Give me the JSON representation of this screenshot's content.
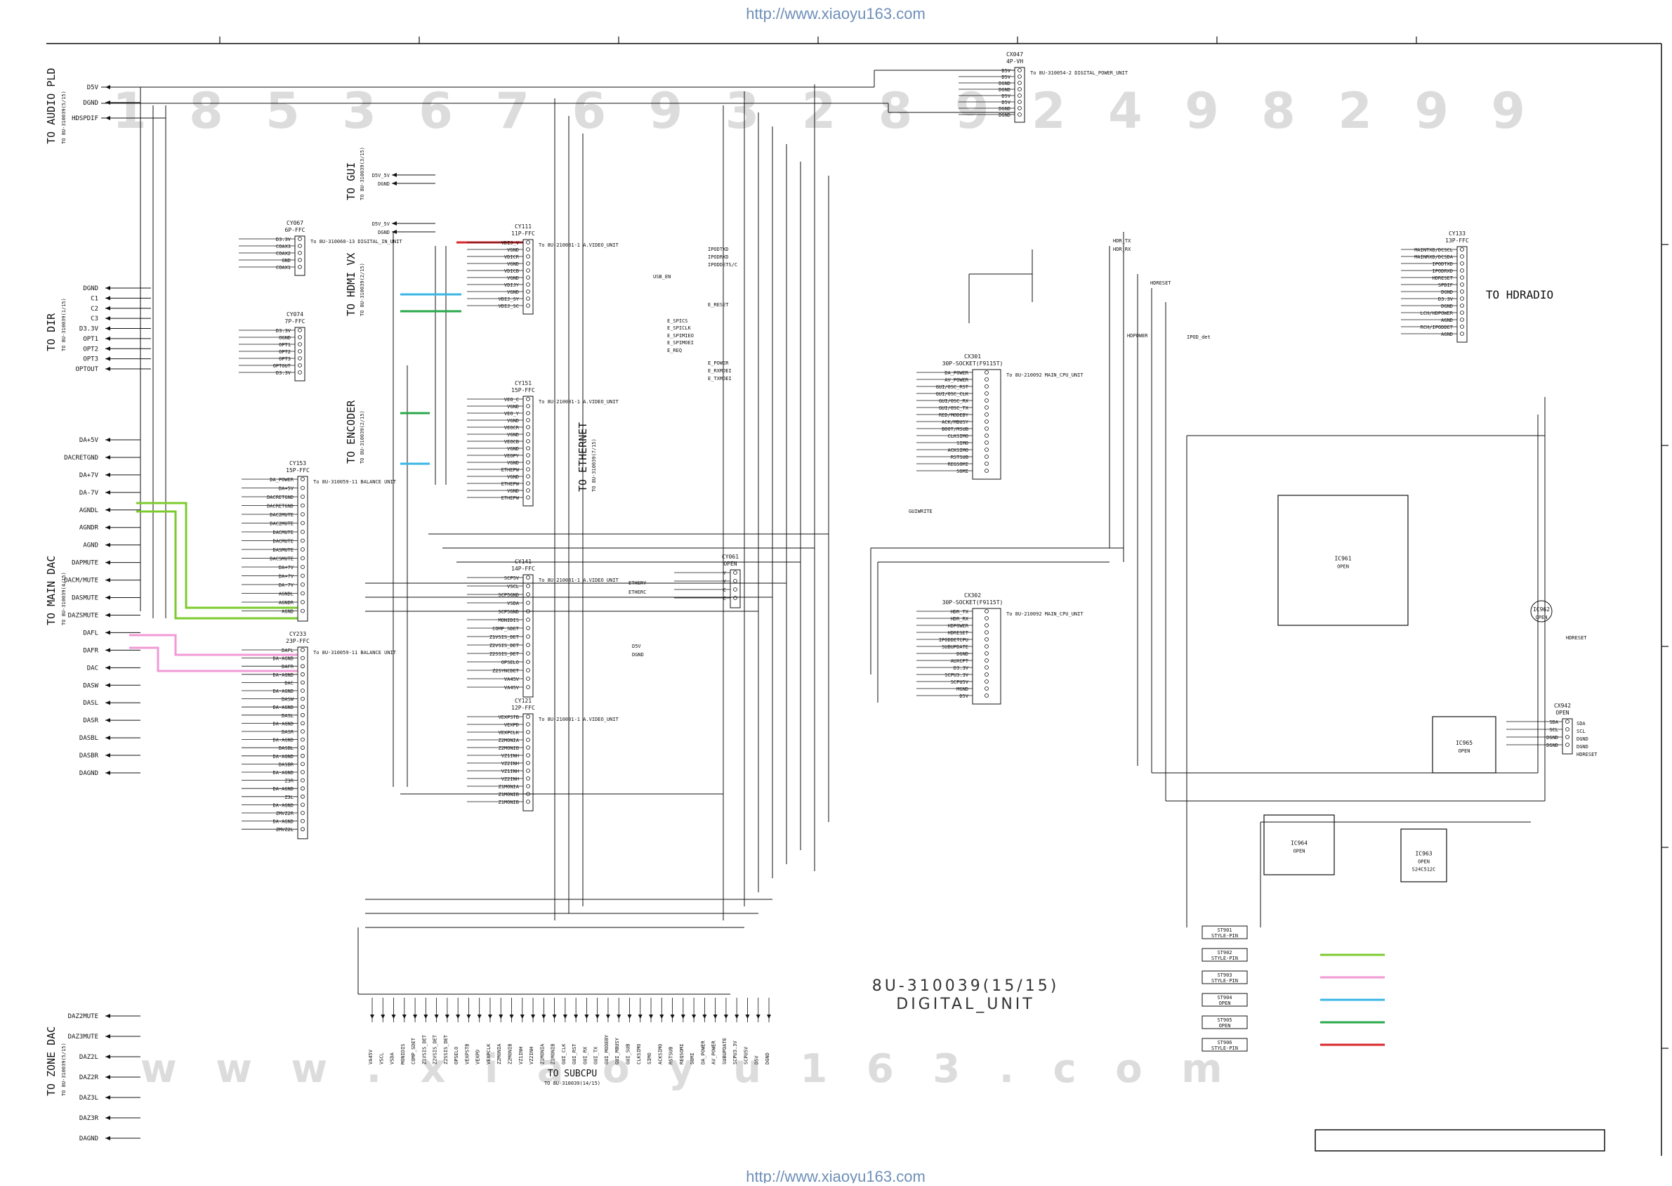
{
  "header": {
    "url_top": "http://www.xiaoyu163.com",
    "url_bottom": "http://www.xiaoyu163.com"
  },
  "watermark": {
    "digits": "1 8 5 3 6 7 6 9 3 2 8 9 2 4 9 8 2 9 9",
    "site": "w w w . x i a o y u 1 6 3 . c o m"
  },
  "title": {
    "board": "8U-310039(15/15)",
    "unit": "DIGITAL_UNIT"
  },
  "targets": {
    "audio_pld": "TO AUDIO PLD",
    "audio_pld_ref": "TO 8U-310039(5/15)",
    "dir": "TO DIR",
    "dir_ref": "TO 8U-310039(1/15)",
    "main_dac": "TO MAIN DAC",
    "main_dac_ref": "TO 8U-310039(4/15)",
    "zone_dac": "TO ZONE DAC",
    "zone_dac_ref": "TO 8U-310039(5/15)",
    "gui": "TO GUI",
    "gui_ref": "TO 8U-310039(3/15)",
    "hdmi_vx": "TO HDMI VX",
    "hdmi_vx_ref": "TO 8U-310039(2/15)",
    "encoder": "TO ENCODER",
    "encoder_ref": "TO 8U-310039(2/15)",
    "ethernet": "TO ETHERNET",
    "ethernet_ref": "TO 8U-310039(7/15)",
    "subcpu": "TO SUBCPU",
    "subcpu_ref": "TO 8U-310039(14/15)",
    "hdradio": "TO HDRADIO"
  },
  "left_signals": {
    "audio_pld": [
      "D5V",
      "DGND",
      "HDSPDIF"
    ],
    "dir": [
      "DGND",
      "C1",
      "C2",
      "C3",
      "D3.3V",
      "OPT1",
      "OPT2",
      "OPT3",
      "OPTOUT"
    ],
    "main_dac": [
      "DA+5V",
      "DACRETGND",
      "DA+7V",
      "DA-7V",
      "AGNDL",
      "AGNDR",
      "AGND",
      "DAPMUTE",
      "DACM/MUTE",
      "DASMUTE",
      "DAZSMUTE",
      "DAFL",
      "DAFR",
      "DAC",
      "DASW",
      "DASL",
      "DASR",
      "DASBL",
      "DASBR",
      "DAGND"
    ],
    "zone_dac": [
      "DAZ2MUTE",
      "DAZ3MUTE",
      "DAZ2L",
      "DAZ2R",
      "DAZ3L",
      "DAZ3R",
      "DAGND"
    ],
    "gui": [
      "D5V_5V",
      "DGND",
      "D5V_5V",
      "DGND"
    ]
  },
  "connectors": {
    "cy067": {
      "ref": "CY067",
      "type": "6P-FFC",
      "dest": "To 8U-310060-13 DIGITAL_IN_UNIT",
      "pins": [
        "D3.3V",
        "COAX3",
        "COAX2",
        "GND",
        "COAX1"
      ]
    },
    "cy074": {
      "ref": "CY074",
      "type": "7P-FFC",
      "pins": [
        "D3.3V",
        "OGND",
        "OPT1",
        "OPT2",
        "OPT3",
        "OPTOUT",
        "D3.3V"
      ]
    },
    "cy111": {
      "ref": "CY111",
      "type": "11P-FFC",
      "dest": "To 8U-210081-1 A.VIDEO_UNIT",
      "pins": [
        "VDIJ_V",
        "VGND",
        "VDICR",
        "VGND",
        "VDICB",
        "VGND",
        "VDIJY",
        "VGND",
        "VDIJ_SY",
        "VDIJ_SC"
      ]
    },
    "cy151": {
      "ref": "CY151",
      "type": "15P-FFC",
      "dest": "To 8U-210081-1 A.VIDEO_UNIT",
      "pins": [
        "VEO_C",
        "VGND",
        "VEO_Y",
        "VGND",
        "VEOCR",
        "VGND",
        "VEOCB",
        "VGND",
        "VEOPY",
        "VGND",
        "ETHEPW",
        "VGND",
        "ETHEPW",
        "VGND",
        "ETHEPW"
      ]
    },
    "cy153": {
      "ref": "CY153",
      "type": "15P-FFC",
      "dest": "To 8U-310059-11 BALANCE UNIT",
      "pins": [
        "DA_POWER",
        "DA+5V",
        "DACRETGND",
        "DACRETGND",
        "DAC2MUTE",
        "DAC2MUTE",
        "DACMUTE",
        "DACMUTE",
        "DASMUTE",
        "DACSMUTE",
        "DA+7V",
        "DA+7V",
        "DA-7V",
        "AGNDL",
        "AGNDR",
        "AGND"
      ]
    },
    "cy141": {
      "ref": "CY141",
      "type": "14P-FFC",
      "dest": "To 8U-210081-1 A.VIDEO_UNIT",
      "pins": [
        "SCP5V",
        "VSCL",
        "SCP5GND",
        "VSDA",
        "SCP5GND",
        "MONIDIS",
        "COMP_SDET",
        "Z1VSIS_DET",
        "Z2VSIS_DET",
        "Z2SSIS_DET",
        "OPSELO",
        "Z2SYNCDET",
        "VA45V",
        "VA45V"
      ]
    },
    "cy233": {
      "ref": "CY233",
      "type": "23P-FFC",
      "dest": "To 8U-310059-11 BALANCE UNIT",
      "pins": [
        "DAFL",
        "DA-AGND",
        "DAFR",
        "DA-AGND",
        "DAC",
        "DA-AGND",
        "DASW",
        "DA-AGND",
        "DASL",
        "DA-AGND",
        "DASR",
        "DA-AGND",
        "DASBL",
        "DA-AGND",
        "DASBR",
        "DA-AGND",
        "Z3R",
        "DA-AGND",
        "Z3L",
        "DA-AGND",
        "ZMVZ2R",
        "DA-AGND",
        "ZMVZ2L"
      ]
    },
    "cy121": {
      "ref": "CY121",
      "type": "12P-FFC",
      "dest": "To 8U-210081-1 A.VIDEO_UNIT",
      "pins": [
        "VEXPSTB",
        "VEXPD",
        "VEXPCLK",
        "Z2MONIA",
        "Z2MONIB",
        "VZ1INH",
        "VZ2INH",
        "VZ1INH",
        "VZ2INH",
        "Z1MONIA",
        "Z1MONIB",
        "Z1MONIB"
      ]
    },
    "cy061": {
      "ref": "CY061",
      "type": "OPEN",
      "pins": [
        "Y",
        "Y",
        "C",
        "C"
      ]
    },
    "cx301": {
      "ref": "CX301",
      "type": "30P-SOCKET(F9115T)",
      "dest": "To 8U-210092 MAIN_CPU_UNIT",
      "pins": [
        "DA_POWER",
        "AV_POWER",
        "GUI/OSC_RST",
        "GUI/OSC_CLK",
        "GUI/OSC_RX",
        "GUI/OSC_TX",
        "RED/MODEBY",
        "ACK/MBUSY",
        "BOOT/MSUB",
        "CLKSIMO",
        "SIMO",
        "ACKSIMO",
        "RSTSUB",
        "REGSOMI",
        "SOMI"
      ]
    },
    "cx302": {
      "ref": "CX302",
      "type": "30P-SOCKET(F9115T)",
      "dest": "To 8U-210092 MAIN_CPU_UNIT",
      "pins": [
        "HDR_TX",
        "HDR_RX",
        "HDPOWER",
        "HDRESET",
        "IPODDETCPU",
        "SUBUPDATE",
        "DGND",
        "AUXCPT",
        "D3.3V",
        "SCPU3.3V",
        "SCPU5V",
        "MGND",
        "D5V"
      ]
    },
    "cx047": {
      "ref": "CX047",
      "type": "4P-VH",
      "dest": "To 8U-310054-2 DIGITAL_POWER_UNIT",
      "pins": [
        "D5V",
        "D5V",
        "DGND",
        "DGND",
        "D5V",
        "D5V",
        "DGND",
        "DGND"
      ]
    },
    "cy133": {
      "ref": "CY133",
      "type": "13P-FFC",
      "pins": [
        "MAINTXD/DCSCL",
        "MAINRXD/DCSDA",
        "IPODTXD",
        "IPODRXD",
        "HDRESET",
        "SPDIF",
        "DGND",
        "D3.3V",
        "DGND",
        "LCH/HDPOWER",
        "AGND",
        "RCH/IPODDET",
        "AGND"
      ]
    },
    "cx942": {
      "ref": "CX942",
      "type": "OPEN",
      "pins": [
        "SDA",
        "SCL",
        "DGND",
        "DGND"
      ]
    }
  },
  "ic": {
    "ic961": {
      "ref": "IC961",
      "status": "OPEN"
    },
    "ic965": {
      "ref": "IC965",
      "status": "OPEN"
    },
    "ic964": {
      "ref": "IC964",
      "status": "OPEN"
    },
    "ic963": {
      "ref": "IC963",
      "status": "OPEN",
      "part": "S24C512C"
    },
    "ic962": {
      "ref": "IC962",
      "status": "OPEN"
    }
  },
  "misc_labels": [
    "IPODTXD",
    "IPODRXD",
    "IPODDETS/C",
    "USB_EN",
    "E_RESET",
    "E_SPICS",
    "E_SPICLK",
    "E_SPIMIEO",
    "E_SPIMOEI",
    "E_REQ",
    "E_POWER",
    "E_RXMOEI",
    "E_TXMOEI",
    "ETHERY",
    "ETHERC",
    "GUIWRITE",
    "HDR_TX",
    "HDR_RX",
    "HDRESET",
    "HDPOWER",
    "IPOD_det",
    "HDRESET",
    "D5V",
    "DGND"
  ],
  "right_nets": [
    "SDA",
    "SCL",
    "DGND",
    "DGND",
    "HDRESET"
  ],
  "subcpu_bus": [
    "VA45V",
    "VSCL",
    "VSDA",
    "MONIDIS",
    "COMP_SDET",
    "Z1VSIS_DET",
    "Z2VSIS_DET",
    "Z2SSIS_DET",
    "OPSELO",
    "VEXPSTB",
    "VEXPD",
    "VEXPCLK",
    "Z2MONIA",
    "Z2MONIB",
    "VZ1INH",
    "VZ2INH",
    "Z1MONIA",
    "Z1MONIB",
    "GUI_CLK",
    "GUI_RST",
    "GUI_RX",
    "GUI_TX",
    "GUI_MODEBY",
    "GUI_MBUSY",
    "GUI_SUB",
    "CLKSIMO",
    "SIMO",
    "ACKSIMO",
    "RSTSUB",
    "REQSOMI",
    "SOMI",
    "DA_POWER",
    "AV_POWER",
    "SUBUPDATE",
    "SCPU3.3V",
    "SCPU5V",
    "D5V",
    "DGND"
  ],
  "legend": {
    "items": [
      {
        "ref": "ST901",
        "label": "STYLE-PIN",
        "color": ""
      },
      {
        "ref": "ST902",
        "label": "STYLE-PIN",
        "color": "#7ccb2e"
      },
      {
        "ref": "ST903",
        "label": "STYLE-PIN",
        "color": "#f29ad6"
      },
      {
        "ref": "ST904",
        "label": "OPEN",
        "color": "#38b6e6"
      },
      {
        "ref": "ST905",
        "label": "OPEN",
        "color": "#2aa84a"
      },
      {
        "ref": "ST906",
        "label": "STYLE-PIN",
        "color": "#d8262a"
      }
    ]
  },
  "colors": {
    "wire": "#111111",
    "green": "#7ccb2e",
    "pink": "#f29ad6",
    "cyan": "#38b6e6",
    "dkgreen": "#2aa84a",
    "red": "#d8262a"
  }
}
